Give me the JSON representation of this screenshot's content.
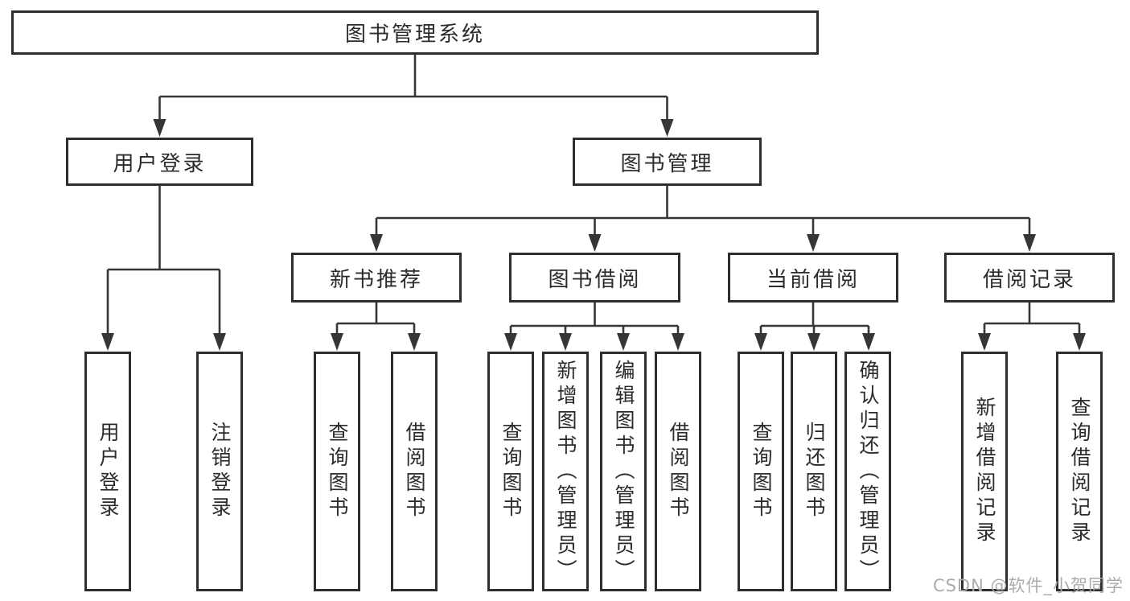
{
  "diagram": {
    "nodes": {
      "root": "图书管理系统",
      "user_login": "用户登录",
      "book_mgmt": "图书管理",
      "new_book": "新书推荐",
      "book_borrow": "图书借阅",
      "current_borrow": "当前借阅",
      "borrow_records": "借阅记录"
    },
    "leaves": {
      "login_user": "用户登录",
      "login_logout": "注销登录",
      "nb_query": "查询图书",
      "nb_borrow": "借阅图书",
      "bb_query": "查询图书",
      "bb_add": "新增图书（管理员）",
      "bb_edit": "编辑图书（管理员）",
      "bb_borrow": "借阅图书",
      "cb_query": "查询图书",
      "cb_return": "归还图书",
      "cb_confirm": "确认归还（管理员）",
      "br_add": "新增借阅记录",
      "br_query": "查询借阅记录"
    },
    "hierarchy": {
      "图书管理系统": [
        "用户登录",
        "图书管理"
      ],
      "用户登录": [
        "用户登录",
        "注销登录"
      ],
      "图书管理": [
        "新书推荐",
        "图书借阅",
        "当前借阅",
        "借阅记录"
      ],
      "新书推荐": [
        "查询图书",
        "借阅图书"
      ],
      "图书借阅": [
        "查询图书",
        "新增图书（管理员）",
        "编辑图书（管理员）",
        "借阅图书"
      ],
      "当前借阅": [
        "查询图书",
        "归还图书",
        "确认归还（管理员）"
      ],
      "借阅记录": [
        "新增借阅记录",
        "查询借阅记录"
      ]
    },
    "colors": {
      "line": "#363636",
      "border": "#2e2e2e",
      "text": "#2b2b2b",
      "background": "#ffffff",
      "watermark": "#ababab"
    }
  },
  "watermark": "CSDN @软件_小贺同学"
}
